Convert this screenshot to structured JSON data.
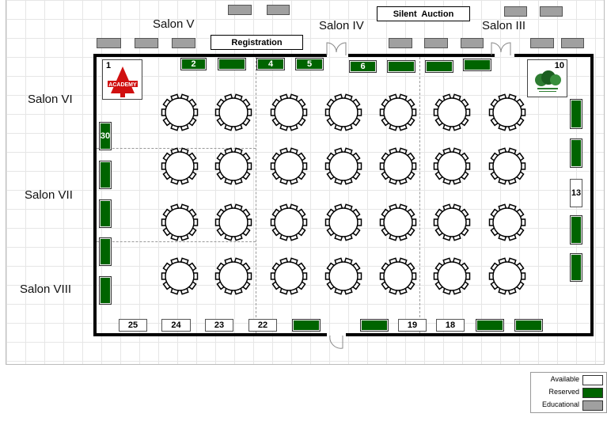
{
  "rooms": {
    "salon_v": "Salon V",
    "salon_iv": "Salon IV",
    "salon_iii": "Salon III",
    "salon_vi": "Salon VI",
    "salon_vii": "Salon VII",
    "salon_viii": "Salon VIII"
  },
  "areas": {
    "registration": "Registration",
    "silent_auction": "Silent  Auction"
  },
  "logos": {
    "booth1": {
      "number": "1",
      "text": "ACADEMY"
    },
    "booth10": {
      "number": "10"
    }
  },
  "booths": {
    "b2": "2",
    "b4": "4",
    "b5": "5",
    "b6": "6",
    "b30": "30",
    "b13": "13",
    "b25": "25",
    "b24": "24",
    "b23": "23",
    "b22": "22",
    "b19": "19",
    "b18": "18"
  },
  "legend": {
    "available": "Available",
    "reserved": "Reserved",
    "educational": "Educational"
  },
  "colors": {
    "reserved": "#006400",
    "available": "#ffffff",
    "educational": "#a0a0a0"
  }
}
